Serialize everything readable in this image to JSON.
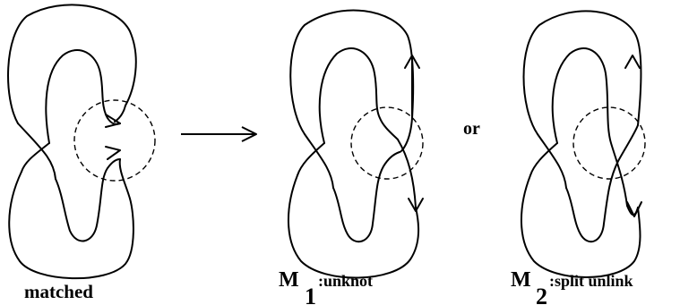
{
  "diagram": {
    "panels": [
      {
        "id": "matched",
        "caption": "matched"
      },
      {
        "id": "m1",
        "caption_symbol": "M",
        "caption_subscript": "1",
        "caption_text": ":unknot"
      },
      {
        "id": "m2",
        "caption_symbol": "M",
        "caption_subscript": "2",
        "caption_text": ":split unlink"
      }
    ],
    "connector_word": "or"
  }
}
